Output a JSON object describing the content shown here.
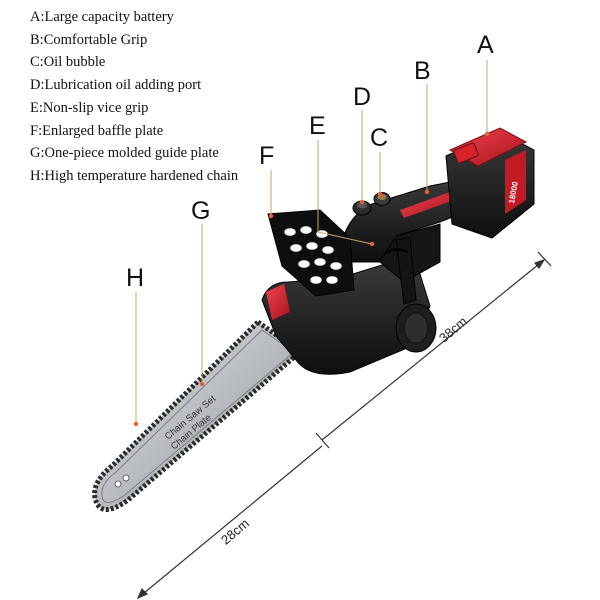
{
  "legend": [
    {
      "key": "A",
      "text": "A:Large capacity battery"
    },
    {
      "key": "B",
      "text": "B:Comfortable Grip"
    },
    {
      "key": "C",
      "text": "C:Oil bubble"
    },
    {
      "key": "D",
      "text": "D:Lubrication oil adding port"
    },
    {
      "key": "E",
      "text": "E:Non-slip vice grip"
    },
    {
      "key": "F",
      "text": "F:Enlarged baffle plate"
    },
    {
      "key": "G",
      "text": "G:One-piece molded guide plate"
    },
    {
      "key": "H",
      "text": "H:High temperature hardened chain"
    }
  ],
  "callouts": {
    "A": "A",
    "B": "B",
    "C": "C",
    "D": "D",
    "E": "E",
    "F": "F",
    "G": "G",
    "H": "H"
  },
  "dimensions": {
    "total_length": "38cm",
    "bar_length": "28cm"
  },
  "bar_print": {
    "line1": "Chain Saw Set",
    "line2": "Chain Plate"
  },
  "battery_print": "18000",
  "colors": {
    "body": "#1a1a1a",
    "accent": "#d61f2c",
    "bar": "#b9bcc0",
    "leader": "#c9a46a",
    "dimension_line": "#333333"
  }
}
